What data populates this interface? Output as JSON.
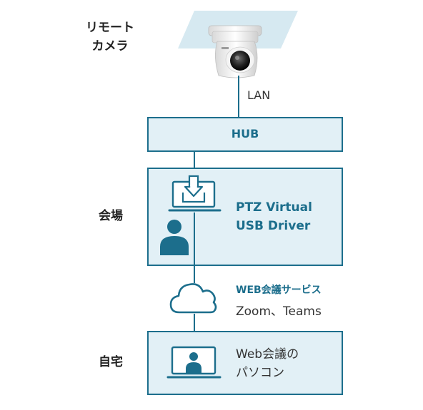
{
  "labels": {
    "remote_camera_line1": "リモート",
    "remote_camera_line2": "カメラ",
    "venue": "会場",
    "home": "自宅",
    "lan": "LAN",
    "hub": "HUB",
    "driver_line1": "PTZ Virtual",
    "driver_line2": "USB Driver",
    "web_service_title": "WEB会議サービス",
    "web_service_examples": "Zoom、Teams",
    "home_pc_line1": "Web会議の",
    "home_pc_line2": "パソコン"
  },
  "colors": {
    "accent": "#1c6e8c",
    "box_fill": "#e2f0f6"
  },
  "icons": [
    "ptz-camera-icon",
    "laptop-download-icon",
    "person-icon",
    "cloud-icon",
    "laptop-person-icon"
  ]
}
